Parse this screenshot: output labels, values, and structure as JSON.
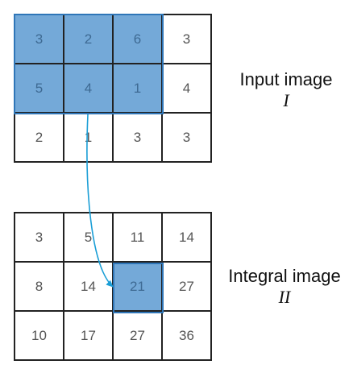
{
  "input_image": {
    "label": "Input image",
    "symbol": "I",
    "cells": [
      [
        "3",
        "2",
        "6",
        "3"
      ],
      [
        "5",
        "4",
        "1",
        "4"
      ],
      [
        "2",
        "1",
        "3",
        "3"
      ]
    ],
    "highlight": {
      "rows": [
        0,
        1
      ],
      "cols": [
        0,
        1,
        2
      ]
    }
  },
  "integral_image": {
    "label": "Integral image",
    "symbol": "II",
    "cells": [
      [
        "3",
        "5",
        "11",
        "14"
      ],
      [
        "8",
        "14",
        "21",
        "27"
      ],
      [
        "10",
        "17",
        "27",
        "36"
      ]
    ],
    "highlight": {
      "rows": [
        1
      ],
      "cols": [
        2
      ]
    }
  },
  "colors": {
    "highlight_fill": "#74a9d8",
    "highlight_border": "#2f76b8",
    "arrow": "#1a9ed6",
    "grid_line": "#222222"
  },
  "arrow": {
    "from": "input_image.cells[1][1]",
    "to": "integral_image.cells[1][2]"
  }
}
